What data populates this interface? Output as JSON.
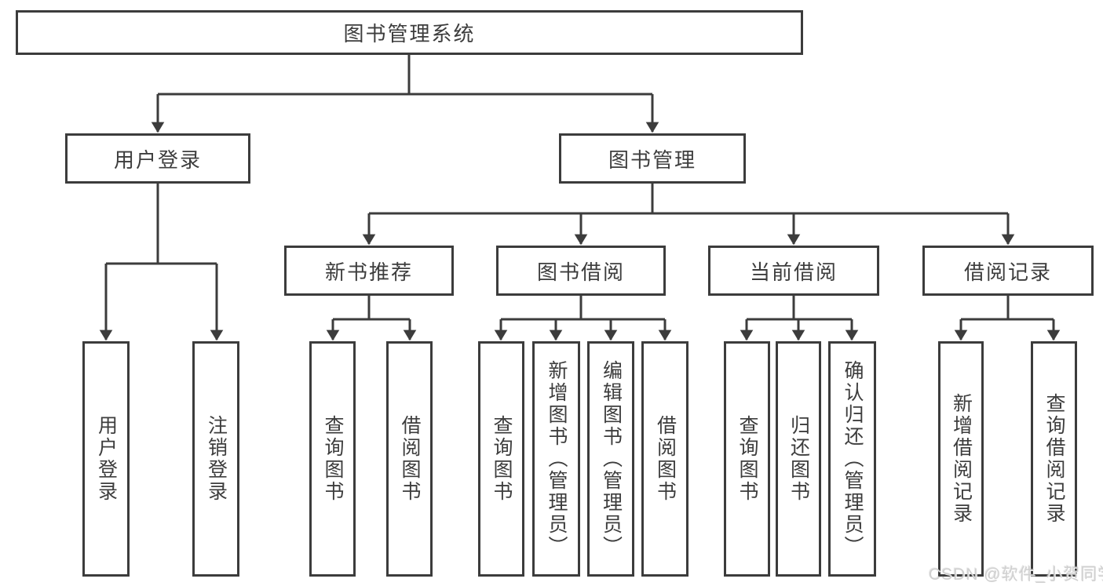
{
  "diagram": {
    "type": "hierarchy-tree",
    "nodes": {
      "root": {
        "label": "图书管理系统"
      },
      "branches": [
        {
          "label": "用户登录"
        },
        {
          "label": "图书管理"
        }
      ],
      "modules": [
        {
          "label": "新书推荐"
        },
        {
          "label": "图书借阅"
        },
        {
          "label": "当前借阅"
        },
        {
          "label": "借阅记录"
        }
      ],
      "leaves": [
        {
          "label": "用户登录",
          "parent": "用户登录"
        },
        {
          "label": "注销登录",
          "parent": "用户登录"
        },
        {
          "label": "查询图书",
          "parent": "新书推荐"
        },
        {
          "label": "借阅图书",
          "parent": "新书推荐"
        },
        {
          "label": "查询图书",
          "parent": "图书借阅"
        },
        {
          "label": "新增图书（管理员）",
          "parent": "图书借阅"
        },
        {
          "label": "编辑图书（管理员）",
          "parent": "图书借阅"
        },
        {
          "label": "借阅图书",
          "parent": "图书借阅"
        },
        {
          "label": "查询图书",
          "parent": "当前借阅"
        },
        {
          "label": "归还图书",
          "parent": "当前借阅"
        },
        {
          "label": "确认归还（管理员）",
          "parent": "当前借阅"
        },
        {
          "label": "新增借阅记录",
          "parent": "借阅记录"
        },
        {
          "label": "查询借阅记录",
          "parent": "借阅记录"
        }
      ]
    },
    "colors": {
      "stroke": "#3c3c3c",
      "text": "#3d3d3d",
      "background": "#ffffff",
      "watermark": "#cdcdcd"
    }
  },
  "watermark": {
    "text": "CSDN @软件_小贺同学"
  }
}
